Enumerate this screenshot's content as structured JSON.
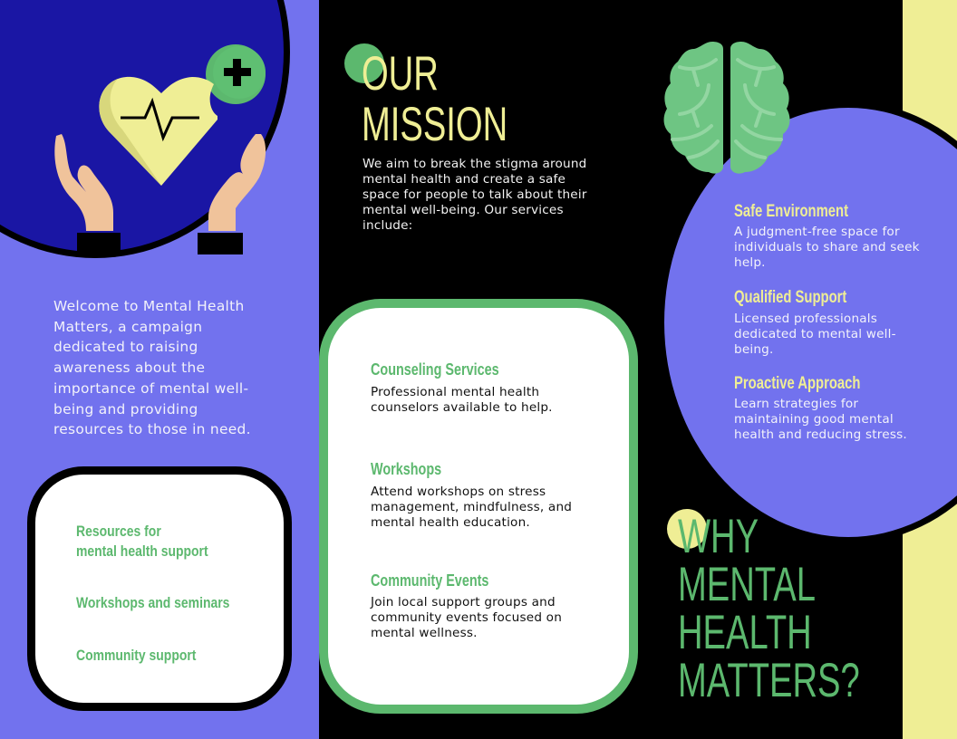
{
  "colors": {
    "periwinkle": "#7272ee",
    "navy": "#1a16a4",
    "green": "#5cb86e",
    "yellow": "#efee95",
    "black": "#000000",
    "white": "#ffffff"
  },
  "left_panel": {
    "illustration": "hands-holding-heart-with-plus",
    "intro": "Welcome to Mental Health Matters, a campaign dedicated to raising awareness about the importance of mental well-being and providing resources to those in need.",
    "resources": [
      {
        "line1": "Resources for",
        "line2": "mental health support"
      },
      {
        "line1": "Workshops and seminars"
      },
      {
        "line1": "Community support"
      }
    ]
  },
  "middle_panel": {
    "title_line1": "OUR",
    "title_line2": "MISSION",
    "body": "We aim to break the stigma around mental health and create a safe space for people to talk about their mental well-being. Our services include:",
    "services": [
      {
        "title": "Counseling Services",
        "desc": "Professional mental health counselors available to help."
      },
      {
        "title": "Workshops",
        "desc": "Attend workshops on stress management, mindfulness, and mental health education."
      },
      {
        "title": "Community Events",
        "desc": "Join local support groups and community events focused on mental wellness."
      }
    ]
  },
  "right_panel": {
    "illustration": "brain",
    "features": [
      {
        "title": "Safe Environment",
        "desc": "A judgment-free space for individuals to share and seek help."
      },
      {
        "title": "Qualified Support",
        "desc": "Licensed professionals dedicated to mental well-being."
      },
      {
        "title": "Proactive Approach",
        "desc": "Learn strategies for maintaining good mental health and reducing stress."
      }
    ],
    "why_title": [
      "WHY",
      "MENTAL",
      "HEALTH",
      "MATTERS?"
    ]
  }
}
